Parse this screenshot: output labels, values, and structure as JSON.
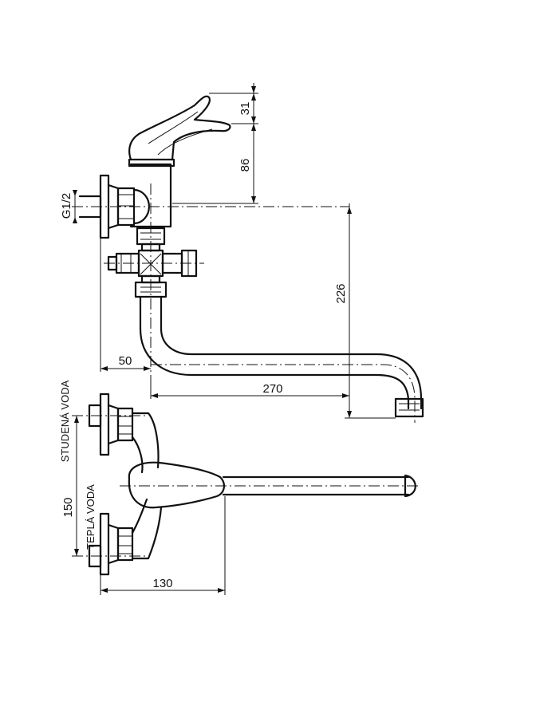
{
  "dimensions": {
    "top_lever_height": "31",
    "lever_to_axis": "86",
    "axis_to_spout_end": "226",
    "thread": "G1/2",
    "wall_to_axis": "50",
    "spout_reach": "270",
    "inlet_spacing": "150",
    "body_reach": "130"
  },
  "labels": {
    "cold_water": "STUDENÁ VODA",
    "hot_water": "TEPLÁ VODA"
  }
}
